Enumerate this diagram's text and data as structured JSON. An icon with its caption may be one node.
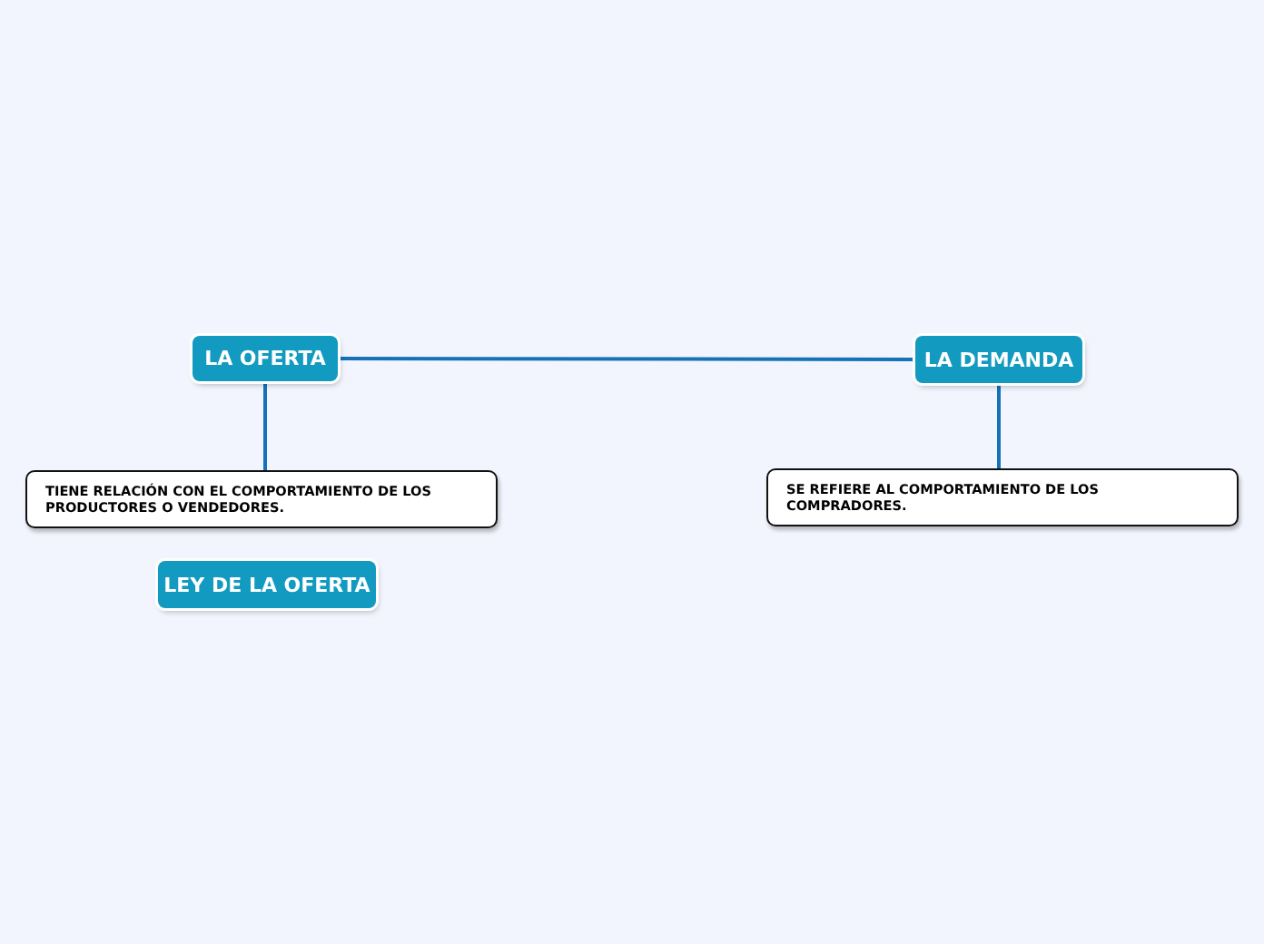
{
  "diagram": {
    "nodes": [
      {
        "text": [
          "LA OFERTA"
        ]
      },
      {
        "text": [
          "LA DEMANDA"
        ]
      },
      {
        "text": [
          "TIENE RELACIÓN CON EL COMPORTAMIENTO DE LOS PRODUCTORES O VENDEDORES."
        ]
      },
      {
        "text": [
          "SE REFIERE AL COMPORTAMIENTO DE LOS COMPRADORES."
        ]
      },
      {
        "text": [
          "LEY DE LA OFERTA"
        ]
      }
    ],
    "edges": [
      {
        "from": 0,
        "to": 1,
        "arrow": "none"
      },
      {
        "from": 0,
        "to": 2,
        "arrow": "none"
      },
      {
        "from": 1,
        "to": 3,
        "arrow": "none"
      }
    ]
  }
}
